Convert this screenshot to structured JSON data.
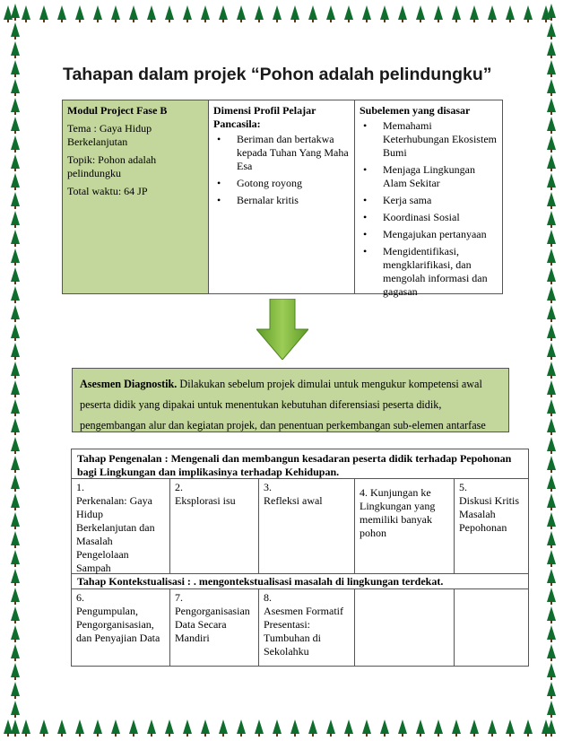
{
  "title": "Tahapan dalam projek “Pohon adalah pelindungku”",
  "modul": {
    "heading": "Modul Project Fase B",
    "tema": "Tema : Gaya Hidup Berkelanjutan",
    "topik": "Topik: Pohon adalah pelindungku",
    "waktu": "Total waktu: 64  JP"
  },
  "dimensi": {
    "heading": "Dimensi Profil Pelajar Pancasila:",
    "items": [
      "Beriman dan bertakwa kepada Tuhan Yang Maha Esa",
      "Gotong royong",
      "Bernalar kritis"
    ]
  },
  "subelemen": {
    "heading": "Subelemen yang disasar",
    "items": [
      "Memahami Keterhubungan Ekosistem Bumi",
      "Menjaga Lingkungan Alam Sekitar",
      "Kerja sama",
      "Koordinasi Sosial",
      "Mengajukan pertanyaan",
      "Mengidentifikasi, mengklarifikasi, dan mengolah informasi dan gagasan"
    ]
  },
  "asesmen": {
    "label": "Asesmen Diagnostik.",
    "text": " Dilakukan sebelum projek dimulai untuk mengukur kompetensi awal peserta didik yang dipakai untuk menentukan kebutuhan diferensiasi peserta didik, pengembangan alur dan kegiatan projek, dan penentuan perkembangan sub-elemen antarfase"
  },
  "pengenalan": {
    "heading": "Tahap Pengenalan : Mengenali dan membangun kesadaran peserta didik terhadap Pepohonan bagi Lingkungan dan implikasinya terhadap Kehidupan.",
    "steps": [
      {
        "num": " 1.",
        "text": "Perkenalan: Gaya Hidup Berkelanjutan dan Masalah Pengelolaan Sampah"
      },
      {
        "num": "2.",
        "text": "Eksplorasi isu"
      },
      {
        "num": "3.",
        "text": "Refleksi awal"
      },
      {
        "num": "",
        "text": "4. Kunjungan ke Lingkungan yang memiliki banyak pohon"
      },
      {
        "num": "5.",
        "text": "Diskusi Kritis Masalah Pepohonan"
      }
    ]
  },
  "kontekstualisasi": {
    "heading": "Tahap Kontekstualisasi : . mengontekstualisasi masalah di lingkungan terdekat.",
    "steps": [
      {
        "num": "6.",
        "text": "Pengumpulan, Pengorganisasian, dan Penyajian Data"
      },
      {
        "num": "7.",
        "text": "Pengorganisasian Data Secara Mandiri"
      },
      {
        "num": "8.",
        "text": "Asesmen Formatif Presentasi: Tumbuhan di Sekolahku"
      },
      {
        "num": "",
        "text": ""
      },
      {
        "num": "",
        "text": ""
      }
    ]
  },
  "colors": {
    "green_fill": "#c3d69b",
    "tree": "#0f6e2e",
    "arrow": "#7ab33a"
  }
}
